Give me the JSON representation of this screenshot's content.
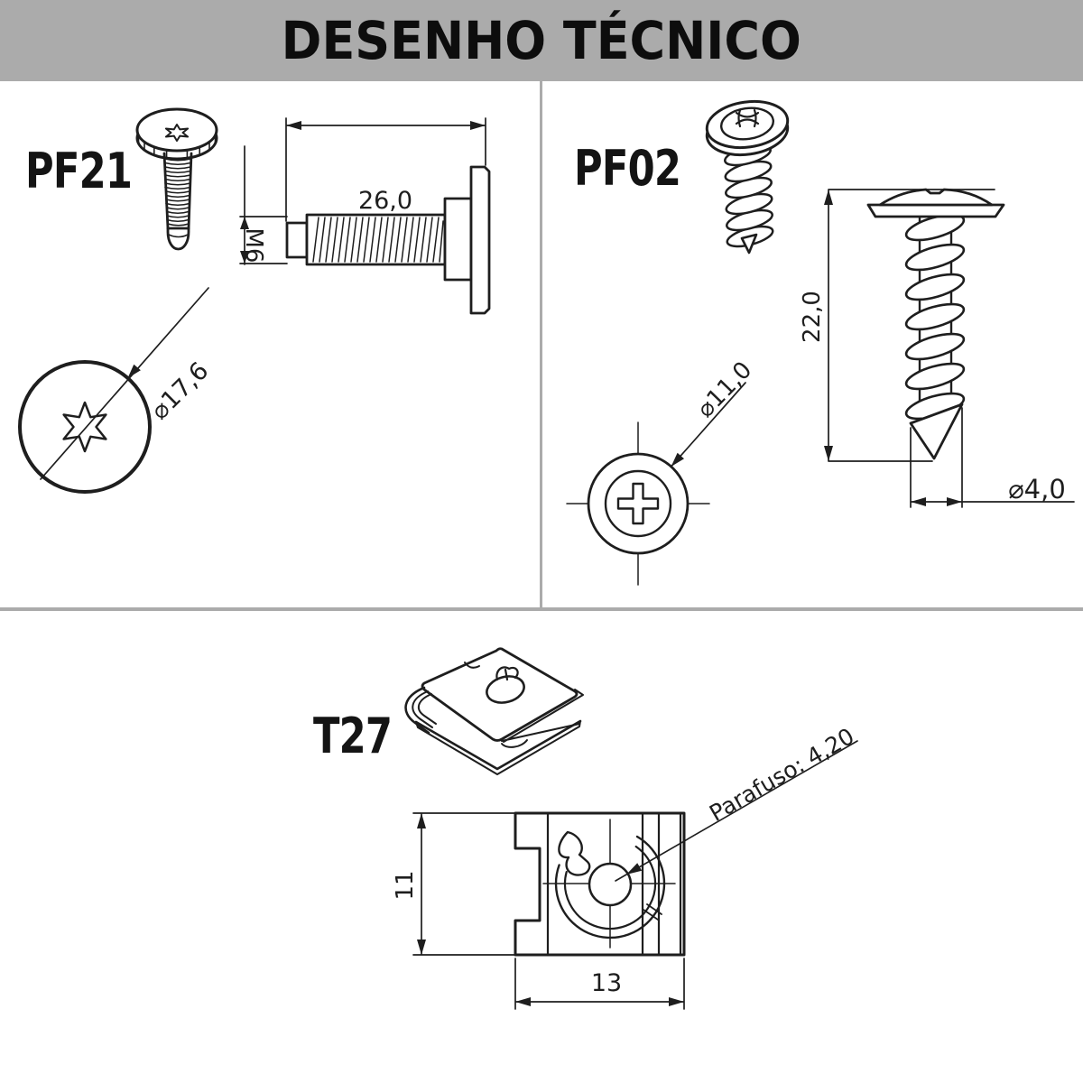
{
  "header": {
    "title": "DESENHO TÉCNICO"
  },
  "parts": {
    "pf21": {
      "label": "PF21",
      "length_mm": "26,0",
      "thread": "M6",
      "head_diameter": "⌀17,6"
    },
    "pf02": {
      "label": "PF02",
      "length_mm": "22,0",
      "head_diameter": "⌀11,0",
      "shaft_diameter": "⌀4,0"
    },
    "t27": {
      "label": "T27",
      "height_mm": "11",
      "width_mm": "13",
      "screw_note": "Parafuso: 4,20"
    }
  },
  "colors": {
    "header_bg": "#ABABAB",
    "divider": "#ABABAB",
    "line": "#1E1E1E",
    "background": "#FFFFFF"
  }
}
